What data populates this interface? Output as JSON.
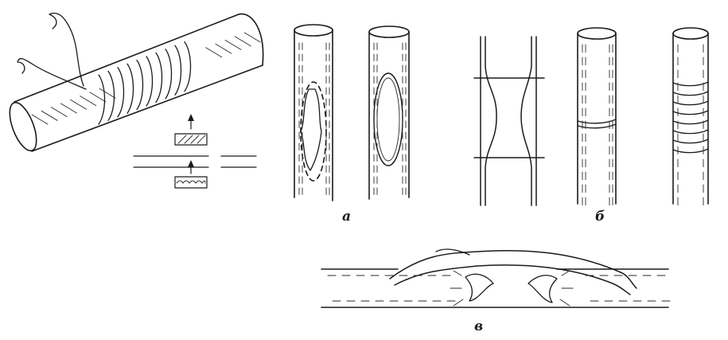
{
  "figure": {
    "labels": {
      "a": "а",
      "b": "б",
      "v": "в"
    },
    "colors": {
      "ink": "#1a1a1a",
      "paper": "#ffffff"
    }
  }
}
